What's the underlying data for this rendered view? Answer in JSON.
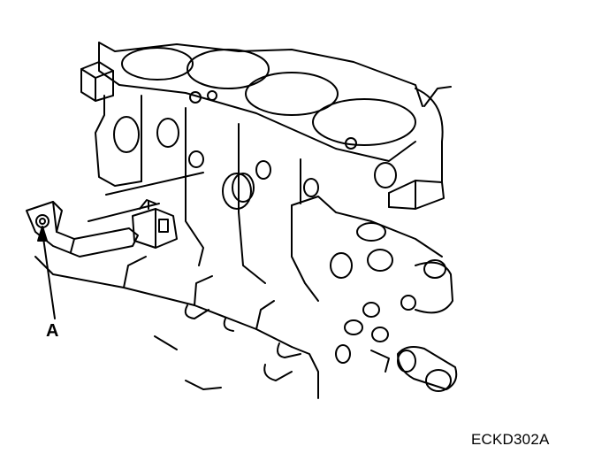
{
  "diagram": {
    "callout_label": "A",
    "figure_code": "ECKD302A",
    "line_color": "#000000",
    "background": "#ffffff",
    "subject_icon": "engine-block-with-sensor-bracket"
  }
}
